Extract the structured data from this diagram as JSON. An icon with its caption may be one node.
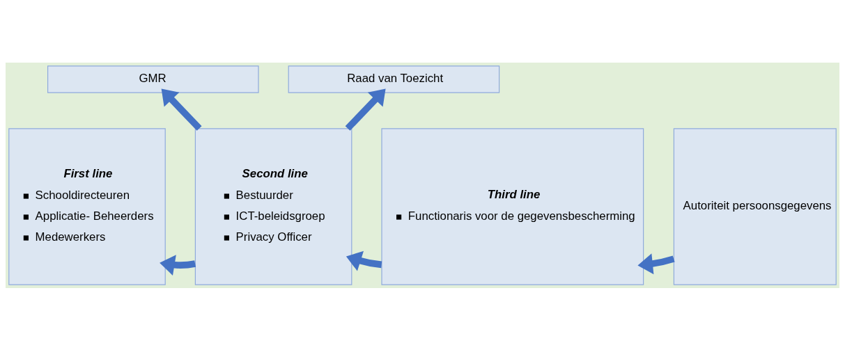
{
  "diagram": {
    "nodes": [
      {
        "text": [
          "GMR"
        ]
      },
      {
        "text": [
          "Raad van Toezicht"
        ]
      },
      {
        "text": [
          "First line",
          "Schooldirecteuren",
          "Applicatie- Beheerders",
          "Medewerkers"
        ]
      },
      {
        "text": [
          "Second line",
          "Bestuurder",
          "ICT-beleidsgroep",
          "Privacy Officer"
        ]
      },
      {
        "text": [
          "Third line",
          "Functionaris voor de gegevensbescherming"
        ]
      },
      {
        "text": [
          "Autoriteit persoonsgegevens"
        ]
      }
    ],
    "edges": [
      {
        "from": 3,
        "to": 0,
        "arrow": "to"
      },
      {
        "from": 3,
        "to": 1,
        "arrow": "to"
      },
      {
        "from": 3,
        "to": 2,
        "arrow": "to"
      },
      {
        "from": 4,
        "to": 3,
        "arrow": "to"
      },
      {
        "from": 5,
        "to": 4,
        "arrow": "to"
      }
    ]
  }
}
